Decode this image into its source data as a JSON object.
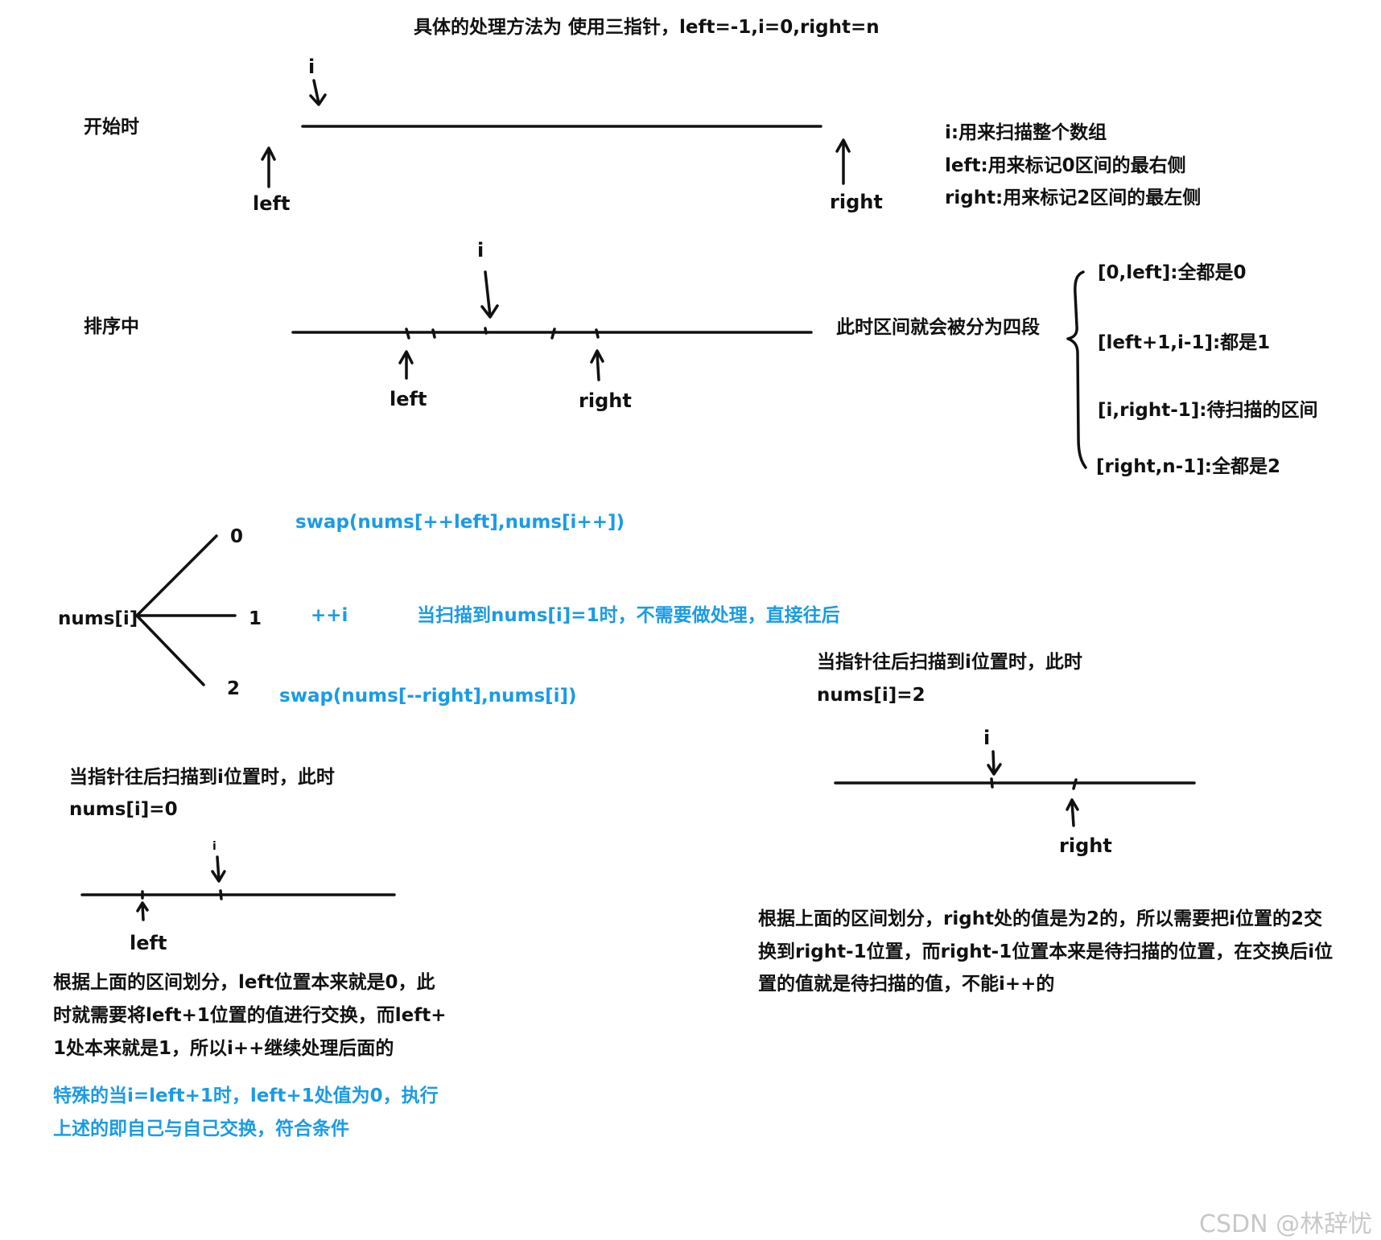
{
  "title": "具体的处理方法为 使用三指针，left=-1,i=0,right=n",
  "start": {
    "label": "开始时",
    "i": "i",
    "left": "left",
    "right": "right",
    "notes": [
      "i:用来扫描整个数组",
      "left:用来标记0区间的最右侧",
      "right:用来标记2区间的最左侧"
    ]
  },
  "sorting": {
    "label": "排序中",
    "i": "i",
    "left": "left",
    "right": "right",
    "divided": "此时区间就会被分为四段",
    "segments": [
      "[0,left]:全都是0",
      "[left+1,i-1]:都是1",
      "[i,right-1]:待扫描的区间",
      "[right,n-1]:全都是2"
    ]
  },
  "tree": {
    "root": "nums[i]",
    "branches": [
      "0",
      "1",
      "2"
    ],
    "ops": [
      "swap(nums[++left],nums[i++])",
      "++i",
      "swap(nums[--right],nums[i])"
    ],
    "one_note": "当扫描到nums[i]=1时，不需要做处理，直接往后"
  },
  "case0": {
    "heading1": "当指针往后扫描到i位置时，此时",
    "heading2": "nums[i]=0",
    "i": "i",
    "left": "left",
    "para": [
      "根据上面的区间划分，left位置本来就是0，此",
      "时就需要将left+1位置的值进行交换，而left+",
      "1处本来就是1，所以i++继续处理后面的"
    ],
    "special": [
      "特殊的当i=left+1时，left+1处值为0，执行",
      "上述的即自己与自己交换，符合条件"
    ]
  },
  "case2": {
    "heading1": "当指针往后扫描到i位置时，此时",
    "heading2": "nums[i]=2",
    "i": "i",
    "right": "right",
    "para": [
      "根据上面的区间划分，right处的值是为2的，所以需要把i位置的2交",
      "换到right-1位置，而right-1位置本来是待扫描的位置，在交换后i位",
      "置的值就是待扫描的值，不能i++的"
    ]
  },
  "watermark": "CSDN @林辞忧",
  "colors": {
    "ink": "#111111",
    "blue": "#1a9be6",
    "watermark": "#c8c8c8"
  }
}
